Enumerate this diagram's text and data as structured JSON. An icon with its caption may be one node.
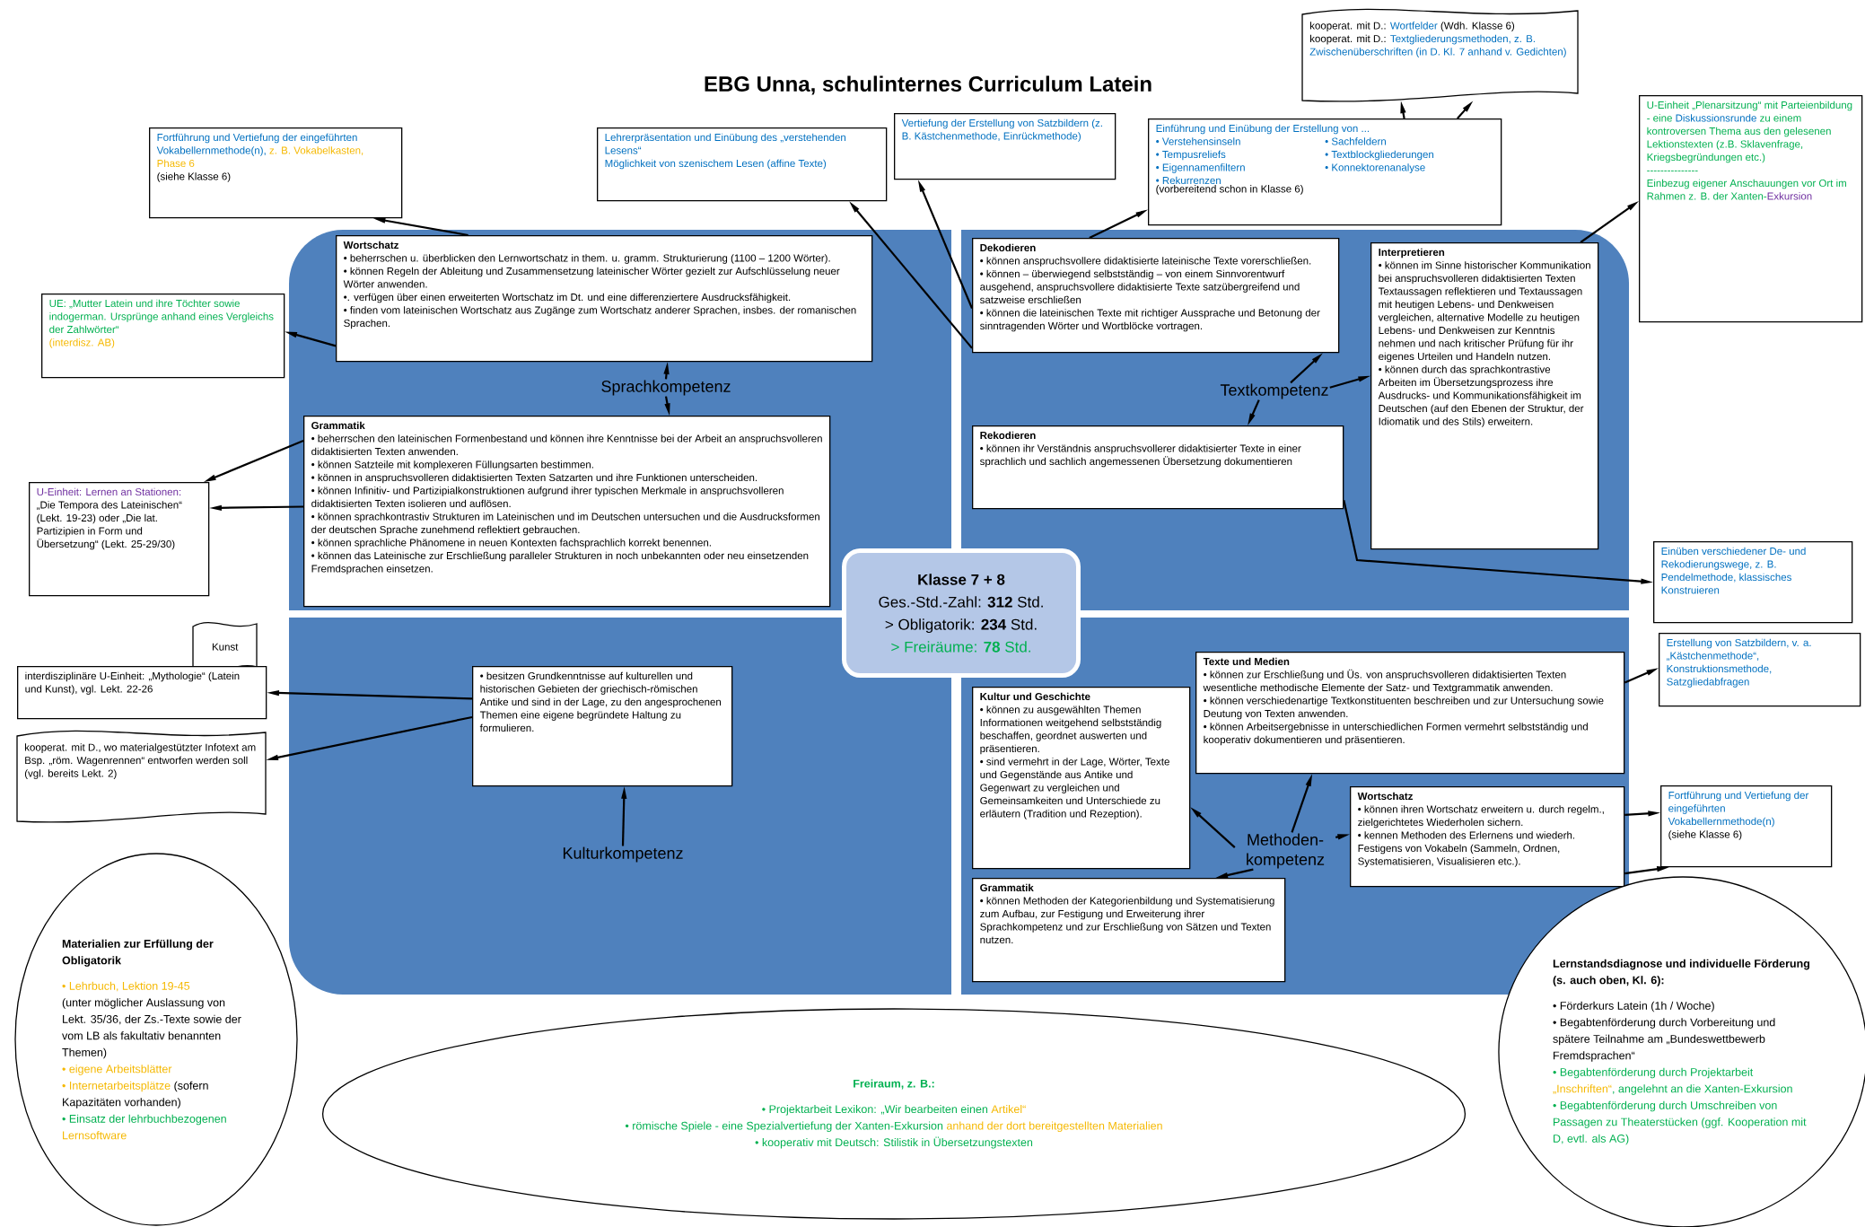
{
  "diagram": {
    "title": "EBG Unna, schulinternes Curriculum Latein",
    "nodes": [
      {
        "text": [
          "kooperat. mit D.:",
          "Wortfelder",
          "(Wdh. Klasse 6)",
          "kooperat. mit D.:",
          "Textgliederungsmethoden, z. B. Zwischenüberschriften (in D. Kl. 7 anhand v. Gedichten)"
        ]
      },
      {
        "text": [
          "Fortführung und Vertiefung der eingeführten Vokabellernmethode(n),",
          "z. B. Vokabelkasten, Phase 6",
          "(siehe Klasse 6)"
        ]
      },
      {
        "text": [
          "Lehrerpräsentation und Einübung des „verstehenden Lesens“",
          "Möglichkeit von szenischem Lesen (affine Texte)"
        ]
      },
      {
        "text": [
          "Vertiefung der Erstellung von Satzbildern (z. B. Kästchenmethode, Einrückmethode)"
        ]
      },
      {
        "text": [
          "Einführung und Einübung der Erstellung von ...",
          "• Verstehensinseln",
          "• Tempusreliefs",
          "• Eigennamenfiltern",
          "• Rekurrenzen",
          "• Sachfeldern",
          "• Textblockgliederungen",
          "• Konnektorenanalyse",
          "(vorbereitend schon in Klasse 6)"
        ]
      },
      {
        "text": [
          "U-Einheit „Plenarsitzung“ mit Parteienbildung - eine",
          "Diskussionsrunde",
          "zu einem kontroversen Thema aus den gelesenen Lektionstexten (z.B. Sklavenfrage, Kriegsbegründungen etc.)",
          "---------------",
          "Einbezug eigener Anschauungen vor Ort im Rahmen z. B. der Xanten-",
          "Exkursion"
        ]
      },
      {
        "text": [
          "UE: „Mutter Latein und ihre Töchter sowie indogerman. Ursprünge anhand eines Vergleichs der Zahlwörter“",
          "(interdisz. AB)"
        ]
      },
      {
        "text": [
          "Wortschatz",
          "• beherrschen u. überblicken den Lernwortschatz in them. u. gramm. Strukturierung (1100 – 1200 Wörter).",
          "• können Regeln der Ableitung und Zusammensetzung lateinischer Wörter gezielt zur Aufschlüsselung neuer Wörter anwenden.",
          "•. verfügen über einen erweiterten Wortschatz im Dt. und eine differenziertere Ausdrucksfähigkeit.",
          "• finden vom lateinischen Wortschatz aus Zugänge zum Wortschatz anderer Sprachen, insbes. der romanischen Sprachen."
        ]
      },
      {
        "text": [
          "Grammatik",
          "• beherrschen den lateinischen Formenbestand und können ihre Kenntnisse bei der Arbeit an anspruchsvolleren didaktisierten Texten anwenden.",
          "• können Satzteile mit komplexeren Füllungsarten bestimmen.",
          "• können in anspruchsvolleren didaktisierten Texten Satzarten und ihre Funktionen unterscheiden.",
          "• können Infinitiv- und Partizipialkonstruktionen aufgrund ihrer typischen Merkmale in anspruchsvolleren didaktisierten Texten isolieren und auflösen.",
          "• können sprachkontrastiv Strukturen im Lateinischen und im Deutschen untersuchen und die Ausdrucksformen der deutschen Sprache zunehmend reflektiert gebrauchen.",
          "• können sprachliche Phänomene in neuen Kontexten fachsprachlich korrekt benennen.",
          "• können das Lateinische zur Erschließung paralleler Strukturen in noch unbekannten oder neu einsetzenden Fremdsprachen einsetzen."
        ]
      },
      {
        "text": [
          "U-Einheit: Lernen an Stationen:",
          "„Die Tempora des Lateinischen“ (Lekt. 19-23) oder „Die lat. Partizipien in Form und Übersetzung“ (Lekt. 25-29/30)"
        ]
      },
      {
        "text": [
          "Dekodieren",
          "• können anspruchsvollere didaktisierte lateinische Texte vorerschließen.",
          "• können – überwiegend selbstständig – von einem Sinnvorentwurf ausgehend, anspruchsvollere didaktisierte Texte satzübergreifend und satzweise erschließen",
          "• können die lateinischen Texte mit richtiger Aussprache und Betonung der sinntragenden Wörter und Wortblöcke vortragen."
        ]
      },
      {
        "text": [
          "Interpretieren",
          "• können im Sinne historischer Kommunikation bei anspruchsvolleren didaktisierten Texten Textaussagen reflektieren und Textaussagen mit heutigen Lebens- und Denkweisen vergleichen, alternative Modelle zu heutigen Lebens- und Denkweisen zur Kenntnis nehmen und nach kritischer Prüfung für ihr eigenes Urteilen und Handeln nutzen.",
          "• können durch das sprachkontrastive Arbeiten im Übersetzungsprozess ihre Ausdrucks- und Kommunikationsfähigkeit im Deutschen (auf den Ebenen der Struktur, der Idiomatik und des Stils) erweitern."
        ]
      },
      {
        "text": [
          "Rekodieren",
          "• können ihr Verständnis anspruchsvollerer didaktisierter Texte in einer sprachlich und sachlich angemessenen Übersetzung dokumentieren"
        ]
      },
      {
        "text": [
          "Einüben verschiedener De- und Rekodierungswege, z. B. Pendelmethode, klassisches Konstruieren"
        ]
      },
      {
        "text": [
          "Klasse 7 + 8",
          "Ges.-Std.-Zahl: **312** Std.",
          "> Obligatorik: **234** Std.",
          "> Freiräume: **78** Std."
        ]
      },
      {
        "text": [
          "Kunst"
        ]
      },
      {
        "text": [
          "interdisziplinäre U-Einheit: „Mythologie“ (Latein und Kunst), vgl. Lekt. 22-26"
        ]
      },
      {
        "text": [
          "kooperat. mit D., wo materialgestützter Infotext am Bsp. „röm. Wagenrennen“ entworfen werden soll (vgl. bereits Lekt. 2)"
        ]
      },
      {
        "text": [
          "• besitzen Grundkenntnisse auf kulturellen und historischen Gebieten der griechisch-römischen Antike und sind in der Lage, zu den angesprochenen Themen eine eigene begründete Haltung zu formulieren."
        ]
      },
      {
        "text": [
          "Texte und Medien",
          "• können zur Erschließung und Üs. von anspruchsvolleren didaktisierten Texten wesentliche methodische Elemente der Satz- und Textgrammatik anwenden.",
          "• können verschiedenartige Textkonstituenten beschreiben und zur Untersuchung sowie Deutung von Texten anwenden.",
          "• können Arbeitsergebnisse in unterschiedlichen Formen vermehrt selbstständig und kooperativ dokumentieren und präsentieren."
        ]
      },
      {
        "text": [
          "Kultur und Geschichte",
          "• können zu ausgewählten Themen Informationen weitgehend selbstständig beschaffen, geordnet auswerten und präsentieren.",
          "• sind vermehrt in der Lage, Wörter, Texte und Gegenstände aus Antike und Gegenwart zu vergleichen und Gemeinsamkeiten und Unterschiede zu erläutern (Tradition und Rezeption)."
        ]
      },
      {
        "text": [
          "Wortschatz",
          "• können ihren Wortschatz erweitern u. durch regelm., zielgerichtetes Wiederholen sichern.",
          "• kennen Methoden des Erlernens und wiederh. Festigens von Vokabeln (Sammeln, Ordnen, Systematisieren, Visualisieren etc.)."
        ]
      },
      {
        "text": [
          "Fortführung und Vertiefung der eingeführten Vokabellernmethode(n)",
          "(siehe Klasse 6)"
        ]
      },
      {
        "text": [
          "Grammatik",
          "• können Methoden der Kategorienbildung und Systematisierung zum Aufbau, zur Festigung und Erweiterung ihrer Sprachkompetenz und zur Erschließung von Sätzen und Texten nutzen."
        ]
      },
      {
        "text": [
          "Erstellung von Satzbildern, v. a. „Kästchenmethode“, Konstruktionsmethode, Satzgliedabfragen"
        ]
      },
      {
        "text": [
          "Materialien zur Erfüllung der Obligatorik",
          "• Lehrbuch, Lektion 19-45",
          "(unter möglicher Auslassung von Lekt. 35/36, der Zs.-Texte sowie der vom LB als fakultativ benannten Themen)",
          "• eigene Arbeitsblätter",
          "• Internetarbeitsplätze",
          "(sofern Kapazitäten vorhanden)",
          "• Einsatz der lehrbuchbezogenen",
          "Lernsoftware"
        ]
      },
      {
        "text": [
          "Freiraum, z. B.:",
          "• Projektarbeit Lexikon: „Wir bearbeiten einen",
          "Artikel“",
          "• römische Spiele - eine Spezialvertiefung der Xanten-Exkursion",
          "anhand der dort bereitgestellten Materialien",
          "• kooperativ mit Deutsch: Stilistik in Übersetzungstexten"
        ]
      },
      {
        "text": [
          "Lernstandsdiagnose und individuelle Förderung (s. auch oben, Kl. 6):",
          "• Förderkurs Latein (1h / Woche)",
          "• Begabtenförderung durch Vorbereitung und spätere Teilnahme am „Bundeswettbewerb Fremdsprachen“",
          "• Begabtenförderung durch Projektarbeit",
          "„Inschriften“",
          ", angelehnt an die Xanten-Exkursion",
          "• Begabtenförderung durch Umschreiben von Passagen zu Theaterstücken (ggf. Kooperation mit D, evtl. als AG)"
        ]
      },
      {
        "text": [
          "Sprachkompetenz"
        ]
      },
      {
        "text": [
          "Textkompetenz"
        ]
      },
      {
        "text": [
          "Kulturkompetenz"
        ]
      },
      {
        "text": [
          "Methoden- kompetenz"
        ]
      }
    ],
    "edges": [
      {
        "from": 7,
        "to": 1,
        "arrow": "to"
      },
      {
        "from": 7,
        "to": 6,
        "arrow": "to"
      },
      {
        "from": 8,
        "to": 9,
        "arrow": "to"
      },
      {
        "from": 8,
        "to": 9,
        "arrow": "to"
      },
      {
        "from": 10,
        "to": 2,
        "arrow": "to"
      },
      {
        "from": 10,
        "to": 3,
        "arrow": "to"
      },
      {
        "from": 10,
        "to": 4,
        "arrow": "to"
      },
      {
        "from": 4,
        "to": 0,
        "arrow": "to"
      },
      {
        "from": 4,
        "to": 0,
        "arrow": "to"
      },
      {
        "from": 11,
        "to": 5,
        "arrow": "to"
      },
      {
        "from": 12,
        "to": 13,
        "arrow": "to"
      },
      {
        "from": 28,
        "to": 7,
        "arrow": "to"
      },
      {
        "from": 28,
        "to": 8,
        "arrow": "to"
      },
      {
        "from": 29,
        "to": 10,
        "arrow": "to"
      },
      {
        "from": 29,
        "to": 12,
        "arrow": "to"
      },
      {
        "from": 29,
        "to": 11,
        "arrow": "to"
      },
      {
        "from": 18,
        "to": 16,
        "arrow": "to"
      },
      {
        "from": 18,
        "to": 17,
        "arrow": "to"
      },
      {
        "from": 30,
        "to": 18,
        "arrow": "to"
      },
      {
        "from": 19,
        "to": 24,
        "arrow": "to"
      },
      {
        "from": 31,
        "to": 19,
        "arrow": "to"
      },
      {
        "from": 31,
        "to": 20,
        "arrow": "to"
      },
      {
        "from": 31,
        "to": 23,
        "arrow": "to"
      },
      {
        "from": 31,
        "to": 21,
        "arrow": "to"
      },
      {
        "from": 21,
        "to": 22,
        "arrow": "to"
      },
      {
        "from": 21,
        "to": 22,
        "arrow": "to"
      }
    ]
  }
}
